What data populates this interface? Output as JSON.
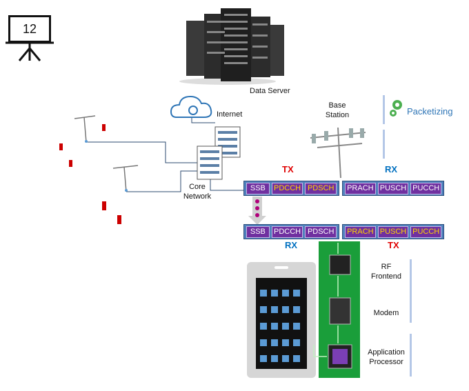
{
  "slide": {
    "number": "12",
    "icon": "presentation-board-icon"
  },
  "labels": {
    "data_server": "Data Server",
    "internet": "Internet",
    "base_station_line1": "Base",
    "base_station_line2": "Station",
    "core_line1": "Core",
    "core_line2": "Network",
    "packetizing": "Packetizing",
    "rf_line1": "RF",
    "rf_line2": "Frontend",
    "modem": "Modem",
    "ap_line1": "Application",
    "ap_line2": "Processor"
  },
  "downlink_top": {
    "header": "TX",
    "header_color": "#e00000",
    "cells": [
      "SSB",
      "PDCCH",
      "PDSCH"
    ]
  },
  "uplink_top": {
    "header": "RX",
    "header_color": "#0070c0",
    "cells": [
      "PRACH",
      "PUSCH",
      "PUCCH"
    ]
  },
  "downlink_bottom": {
    "header": "RX",
    "header_color": "#0070c0",
    "cells": [
      "SSB",
      "PDCCH",
      "PDSCH"
    ]
  },
  "uplink_bottom": {
    "header": "TX",
    "header_color": "#e00000",
    "cells": [
      "PRACH",
      "PUSCH",
      "PUCCH"
    ]
  },
  "colors": {
    "bar": "#4f81bd",
    "cell": "#7030a0",
    "highlight_text": "#ffd400",
    "board": "#1a9e3a"
  }
}
